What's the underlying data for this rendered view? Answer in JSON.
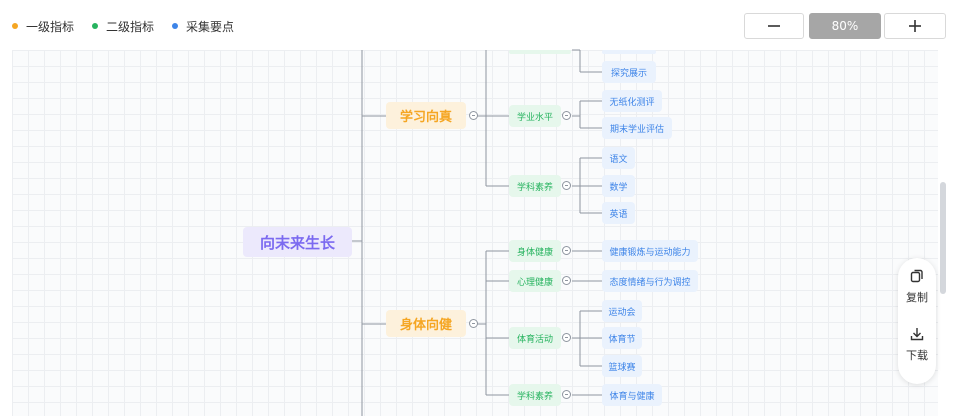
{
  "legend": [
    {
      "label": "一级指标",
      "color": "#f5a623"
    },
    {
      "label": "二级指标",
      "color": "#27b35f"
    },
    {
      "label": "采集要点",
      "color": "#3d84e8"
    }
  ],
  "zoom": {
    "minus_icon": "minus-icon",
    "level": "80%",
    "plus_icon": "plus-icon"
  },
  "mindmap": {
    "root": "向末来生长",
    "level1": [
      "学习向真",
      "身体向健"
    ],
    "level2": [
      "学业水平",
      "学科素养",
      "身体健康",
      "心理健康",
      "体育活动",
      "学科素养"
    ],
    "level3": [
      "探究展示",
      "无纸化测评",
      "期末学业评估",
      "语文",
      "数学",
      "英语",
      "健康锻炼与运动能力",
      "态度情绪与行为调控",
      "运动会",
      "体育节",
      "篮球赛",
      "体育与健康"
    ]
  },
  "side": {
    "copy_label": "复制",
    "copy_icon": "copy-icon",
    "download_label": "下载",
    "download_icon": "download-icon"
  },
  "colors": {
    "level1": "#f5a623",
    "level2": "#27b35f",
    "level3": "#3d84e8",
    "root": "#7b6af0"
  }
}
